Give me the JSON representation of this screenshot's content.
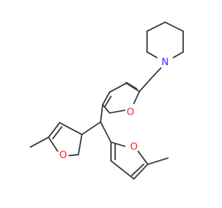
{
  "atoms": {
    "nitrogen": {
      "symbol": "N",
      "color": "#3333ff"
    },
    "oxygen_upper_furan": {
      "symbol": "O",
      "color": "#ff2020"
    },
    "oxygen_left_furan": {
      "symbol": "O",
      "color": "#ff2020"
    },
    "oxygen_right_furan": {
      "symbol": "O",
      "color": "#ff2020"
    }
  },
  "colors": {
    "bond": "#3a3a3a",
    "background": "#ffffff"
  }
}
